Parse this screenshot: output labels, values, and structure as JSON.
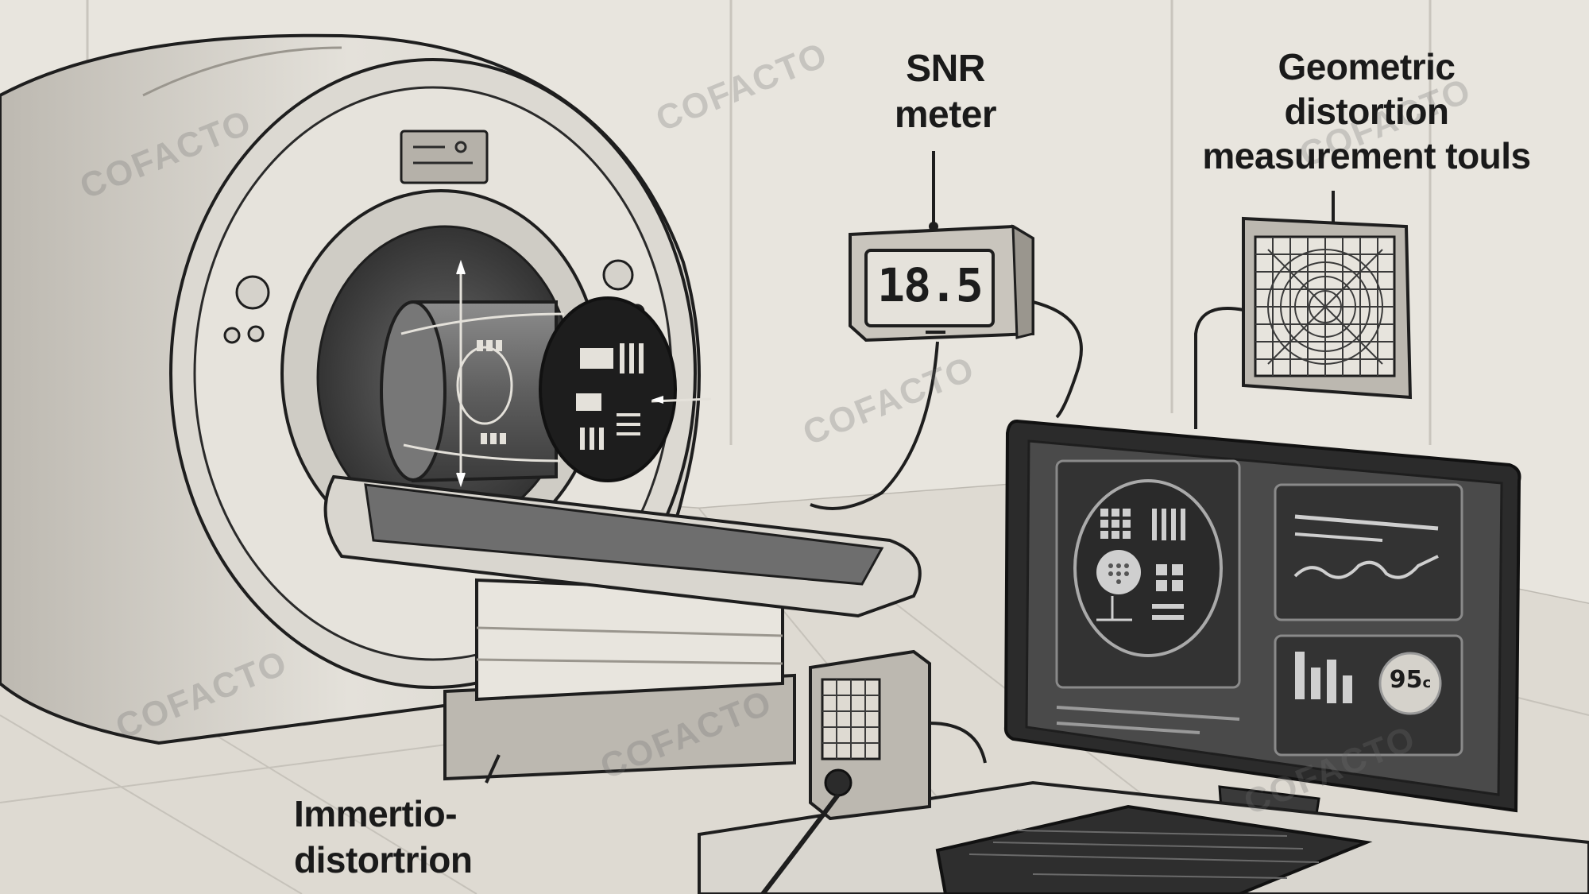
{
  "labels": {
    "snr_line1": "SNR",
    "snr_line2": "meter",
    "geo_line1": "Geometric",
    "geo_line2": "distortion",
    "geo_line3": "measurement touls",
    "imm_line1": "Immertio-",
    "imm_line2": "distortrion"
  },
  "snr_meter": {
    "reading": "18.5"
  },
  "monitor": {
    "temperature": "95",
    "temperature_unit": "c"
  },
  "watermark": {
    "text": "COFACTO"
  },
  "colors": {
    "background": "#e9e6df",
    "line": "#1e1e1e",
    "screen": "#3a3a3a"
  }
}
